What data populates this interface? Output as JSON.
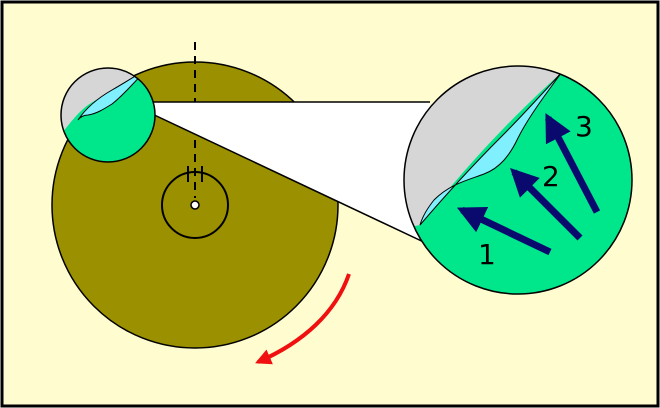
{
  "colors": {
    "background": "#fffcd0",
    "border": "#000000",
    "disc": "#9a9000",
    "gray_region": "#d6d6d6",
    "green_region": "#00e68a",
    "cyan_region": "#80f0ff",
    "magnifier_cone": "#ffffff",
    "arrow_blue": "#0a0a6e",
    "rotation_arrow": "#f01010",
    "hub_dot": "#ffffff"
  },
  "icons": {
    "rotation": "curved-arrow-counterclockwise-icon",
    "flow": "straight-arrow-icon"
  },
  "labels": {
    "arrow_1": "1",
    "arrow_2": "2",
    "arrow_3": "3"
  }
}
